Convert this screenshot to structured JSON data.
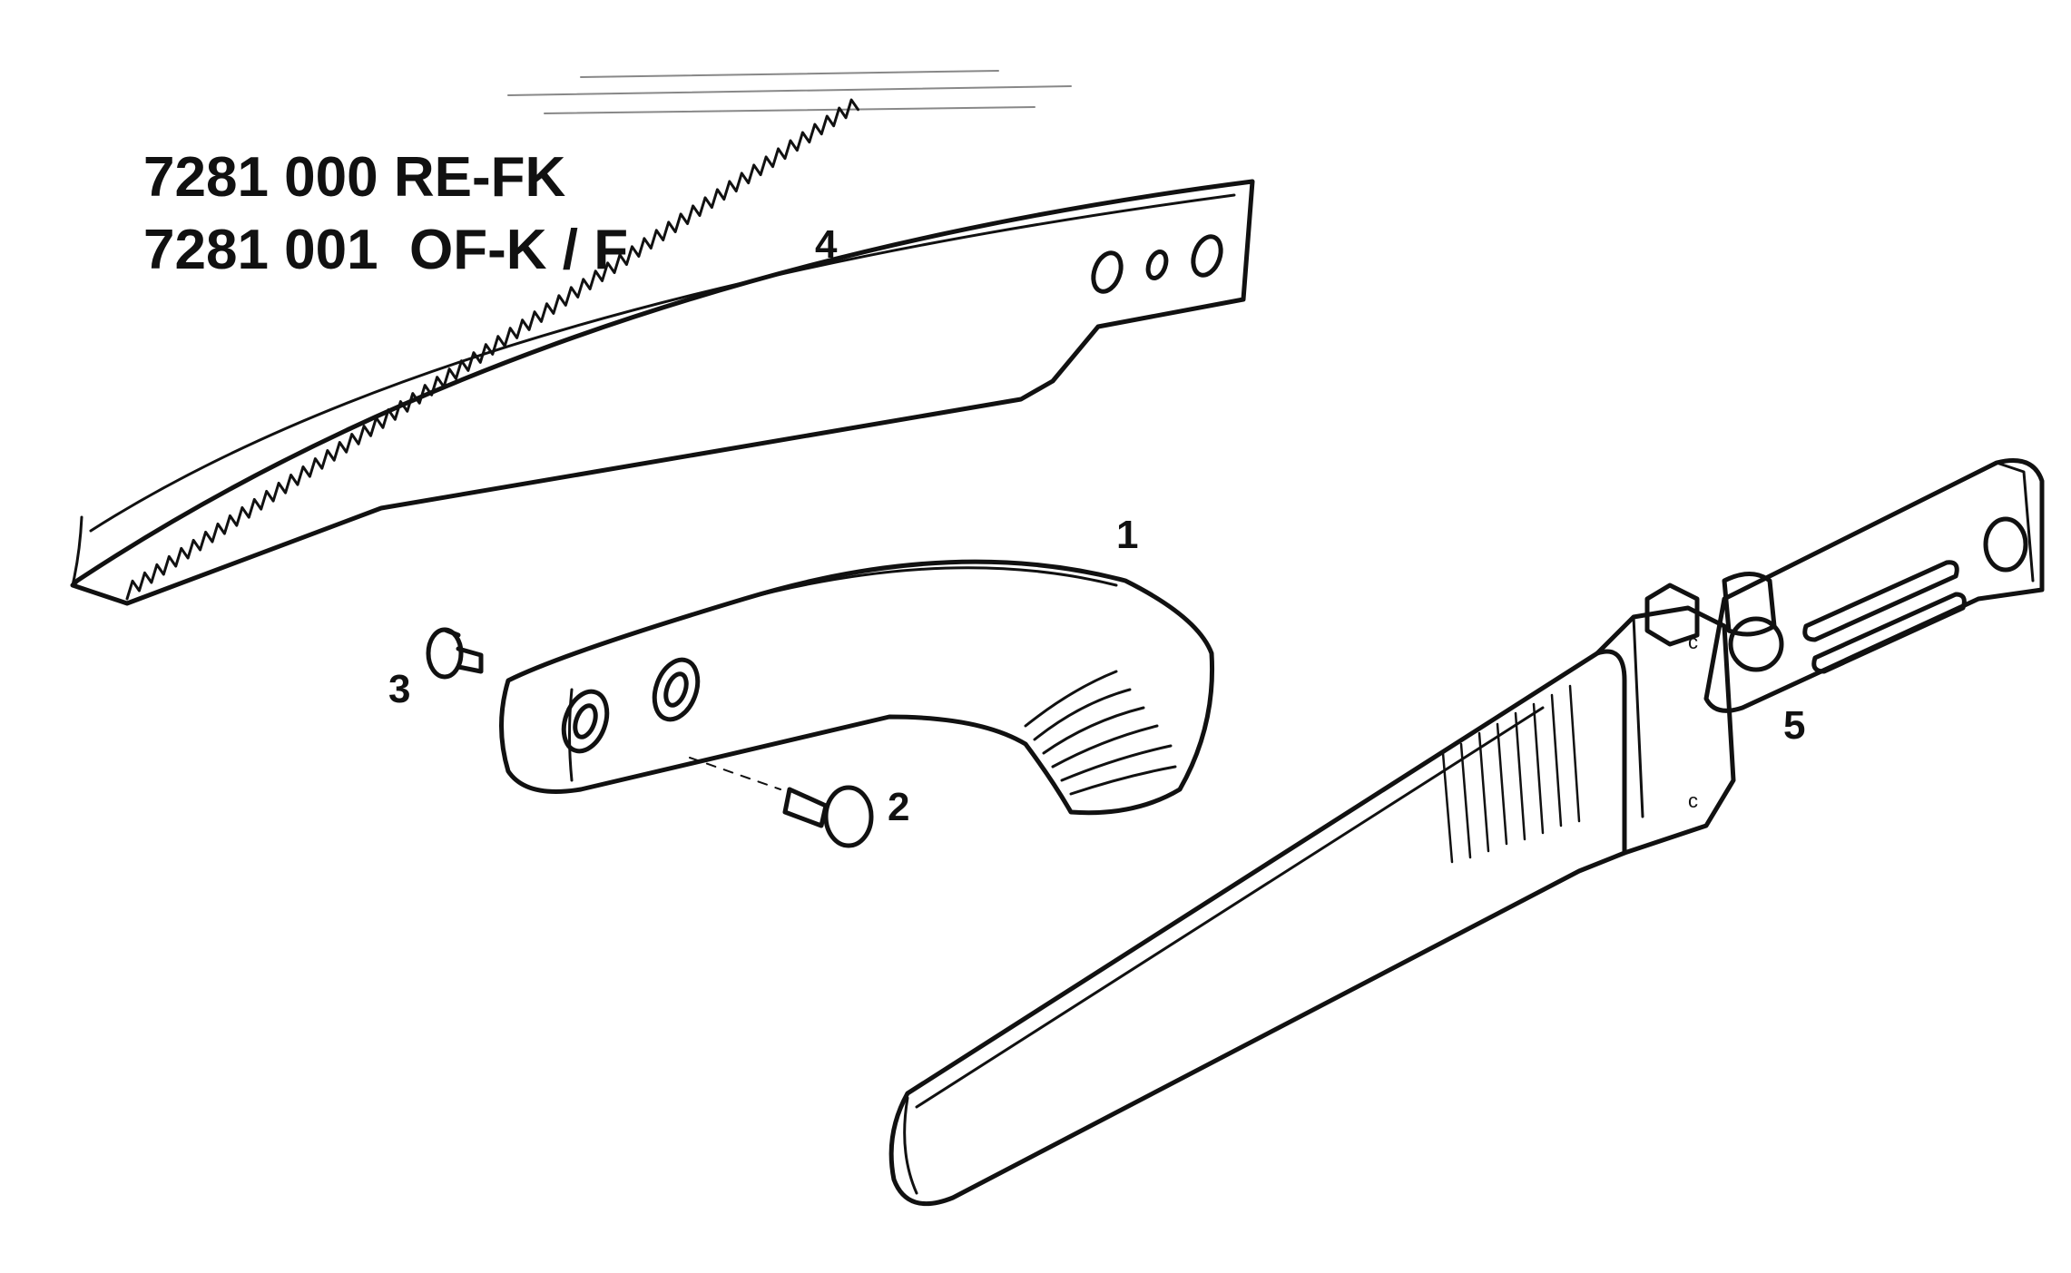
{
  "titles": {
    "line1": "7281 000 RE-FK",
    "line2": "7281 001  OF-K / F"
  },
  "callouts": {
    "part1": "1",
    "part2": "2",
    "part3": "3",
    "part4": "4",
    "part5": "5"
  },
  "colors": {
    "ink": "#111111",
    "paper": "#ffffff"
  }
}
